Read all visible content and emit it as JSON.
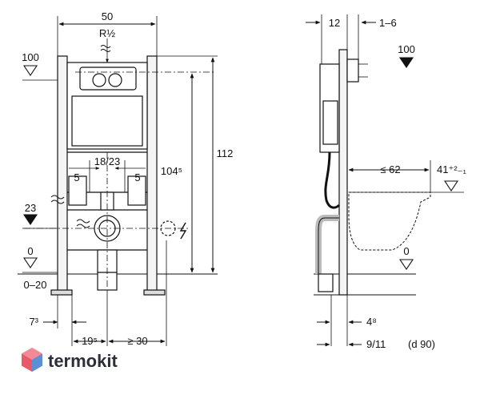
{
  "front": {
    "width": "50",
    "thread": "R½",
    "ref_top": "100",
    "height_total": "112",
    "height_frame": "104⁵",
    "spacing_center": "18/23",
    "spacing_left": "5",
    "spacing_right": "5",
    "ref_supply": "23",
    "ref_floor": "0",
    "floor_range": "0–20",
    "foot_offset": "7³",
    "foot_width": "19⁵",
    "clearance": "≥ 30"
  },
  "side": {
    "depth_top": "12",
    "depth_adjust": "1–6",
    "ref_top": "100",
    "bowl_reach": "≤ 62",
    "bowl_height": "41⁺²₋₁",
    "ref_floor": "0",
    "pipe_offset": "4⁸",
    "pipe_size": "9/11",
    "pipe_diameter": "(d 90)"
  },
  "brand": {
    "name": "termokit",
    "logo_color": "#e85a6a"
  }
}
